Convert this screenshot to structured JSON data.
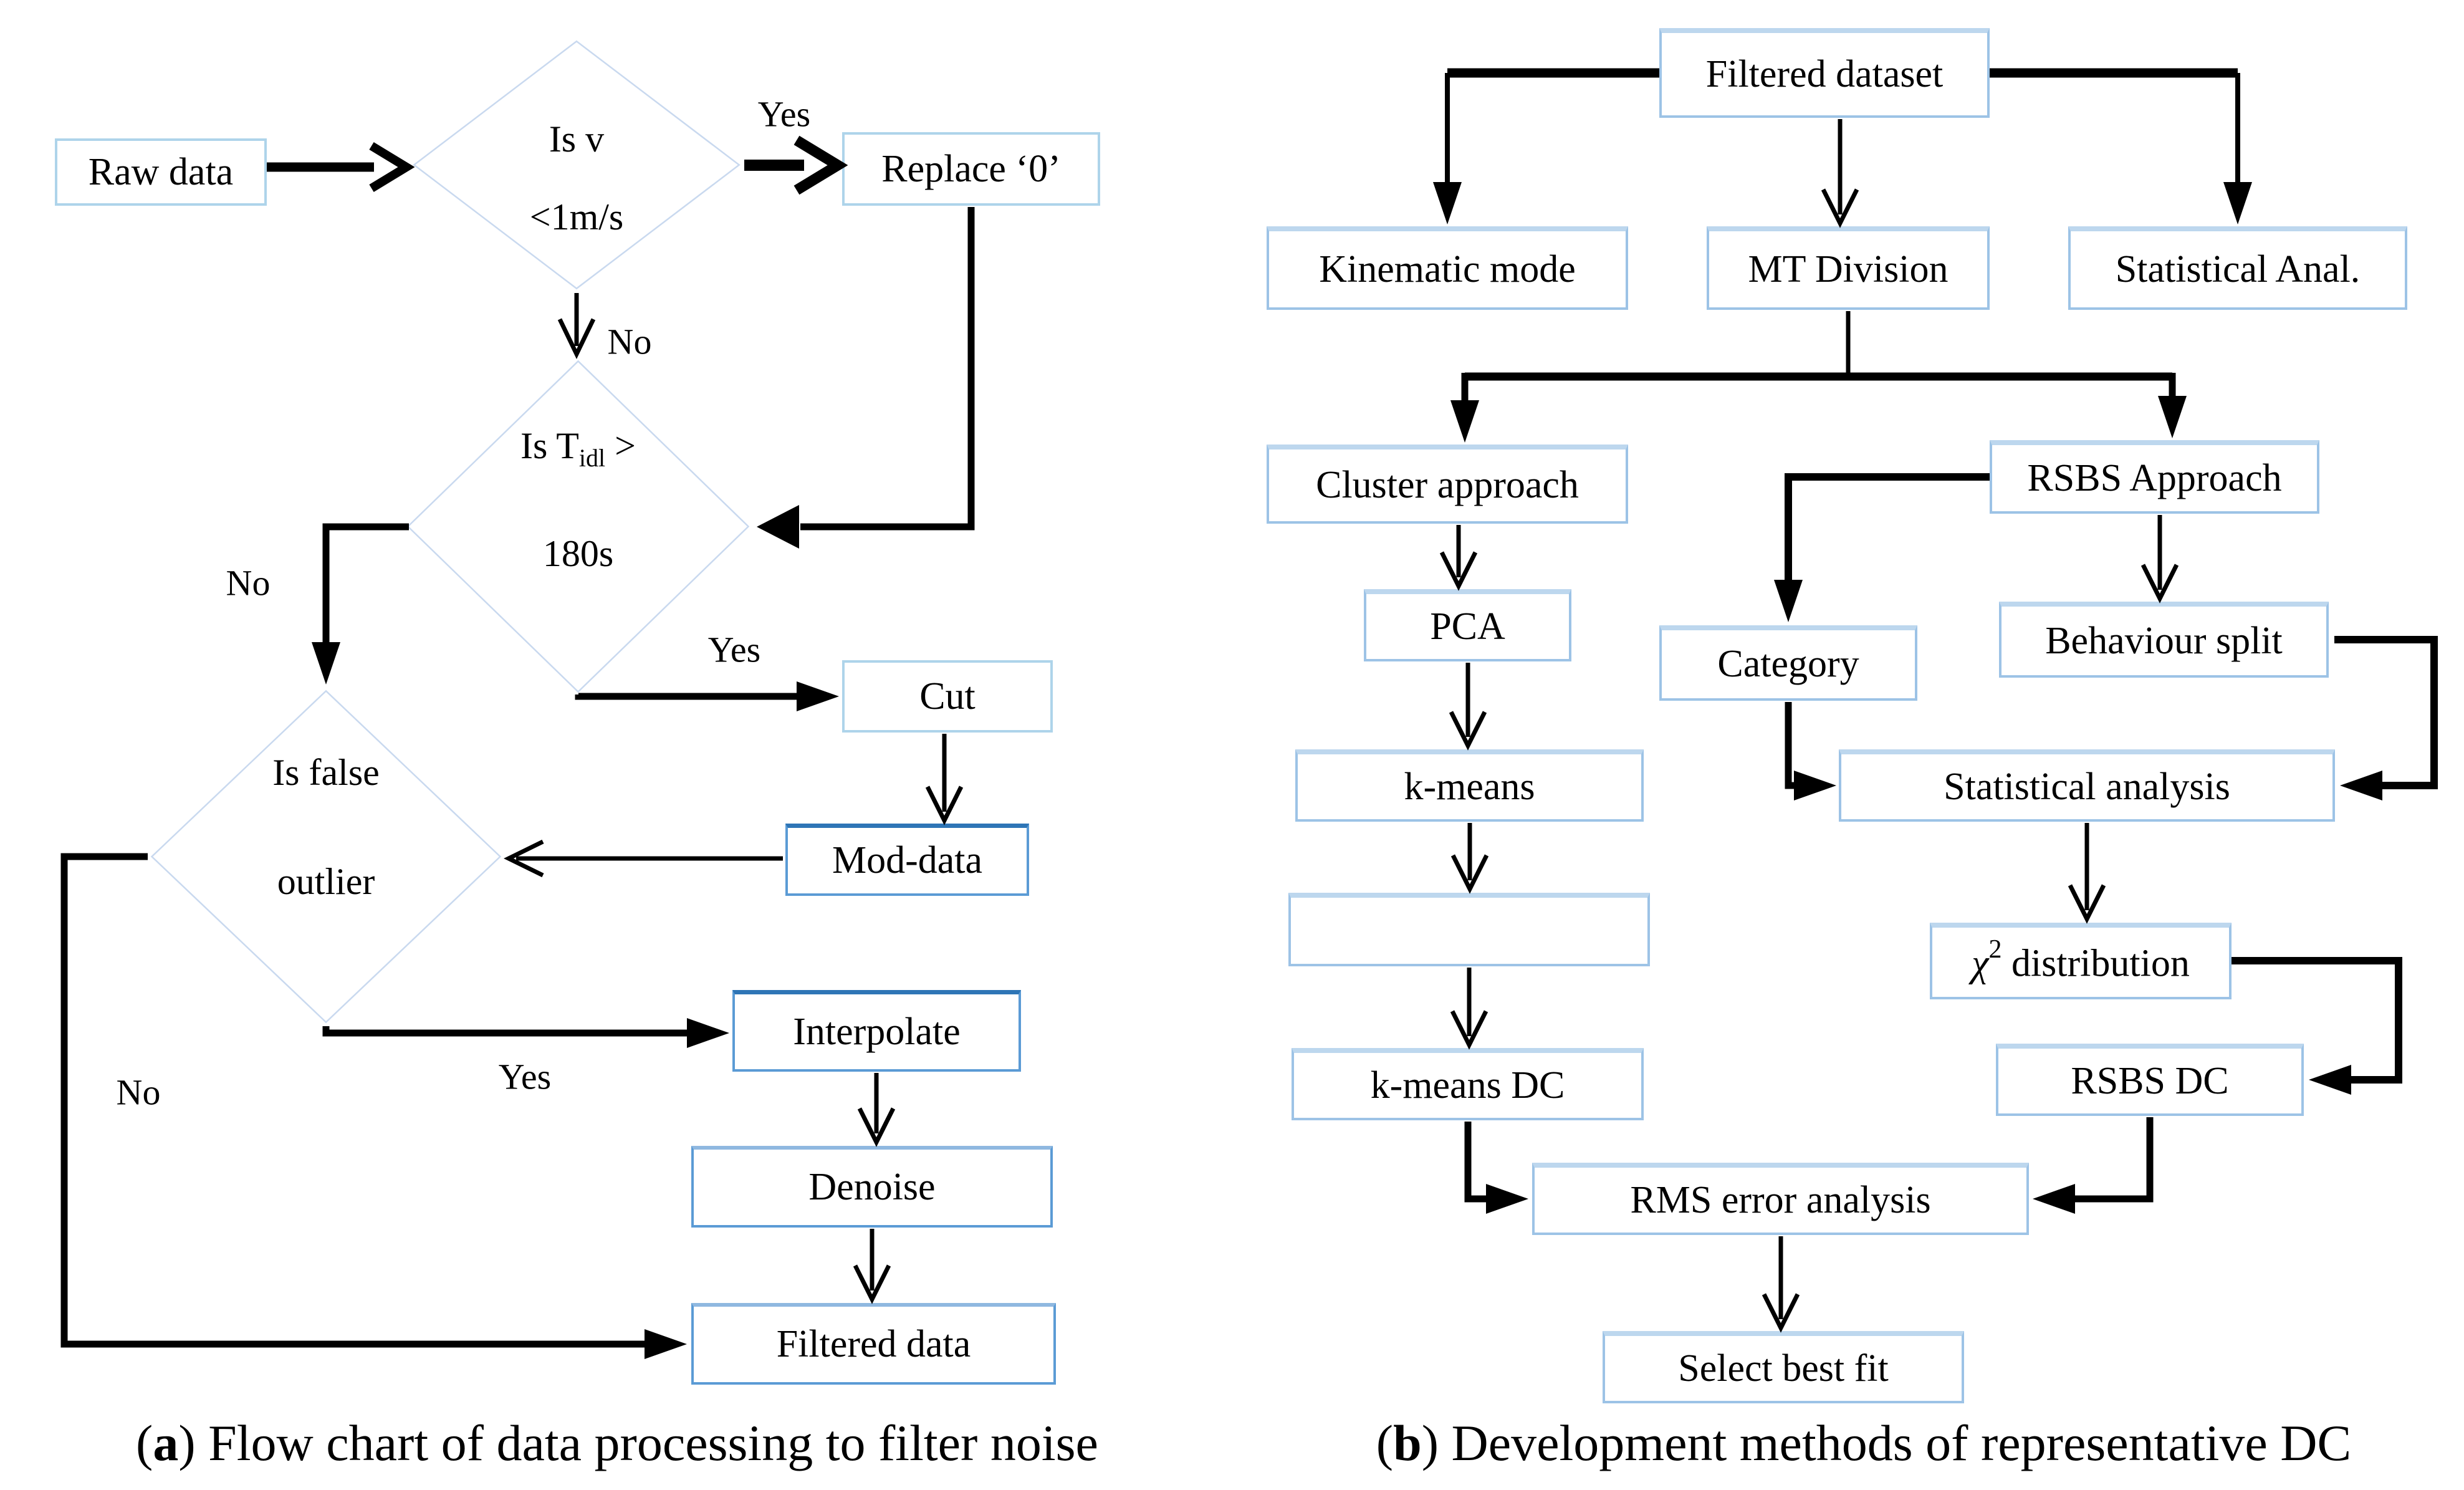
{
  "figure": {
    "left": {
      "caption": {
        "open": "(",
        "letter": "a",
        "rest": ") Flow chart of data processing to filter noise"
      },
      "nodes": {
        "raw_data": "Raw data",
        "replace0": "Replace ‘0’",
        "cut": "Cut",
        "mod_data": "Mod-data",
        "interpolate": "Interpolate",
        "denoise": "Denoise",
        "filtered_data": "Filtered data"
      },
      "diamonds": {
        "d1": {
          "line1": "Is v",
          "line2": "<1m/s"
        },
        "d2": {
          "pre": "Is T",
          "sub": "idl",
          "suf": " >",
          "line2": "180s"
        },
        "d3": {
          "line1": "Is false",
          "line2": "outlier"
        }
      },
      "labels": {
        "yes": "Yes",
        "no": "No"
      }
    },
    "right": {
      "caption": {
        "open": "(",
        "letter": "b",
        "rest": ") Development methods of representative DC"
      },
      "nodes": {
        "filtered_dataset": "Filtered dataset",
        "kinematic": "Kinematic mode",
        "mt_division": "MT Division",
        "statistical_anal": "Statistical Anal.",
        "cluster": "Cluster approach",
        "rsbs_approach": "RSBS Approach",
        "pca": "PCA",
        "category": "Category",
        "behaviour": "Behaviour split",
        "kmeans": "k-means",
        "stat_analysis": "Statistical analysis",
        "chi2": {
          "sym": "χ",
          "sup": "2",
          "rest": " distribution"
        },
        "kmeans_dc": "k-means DC",
        "rsbs_dc": "RSBS DC",
        "rms": "RMS error analysis",
        "select": "Select best fit"
      }
    },
    "colors": {
      "box_border_light": "#9dc3e6",
      "box_border_pale": "#aed4ea",
      "box_border_medium": "#5b9bd5",
      "box_border_dark": "#2e75b6",
      "diamond_border": "#c9d9ef",
      "line": "#000000"
    }
  }
}
